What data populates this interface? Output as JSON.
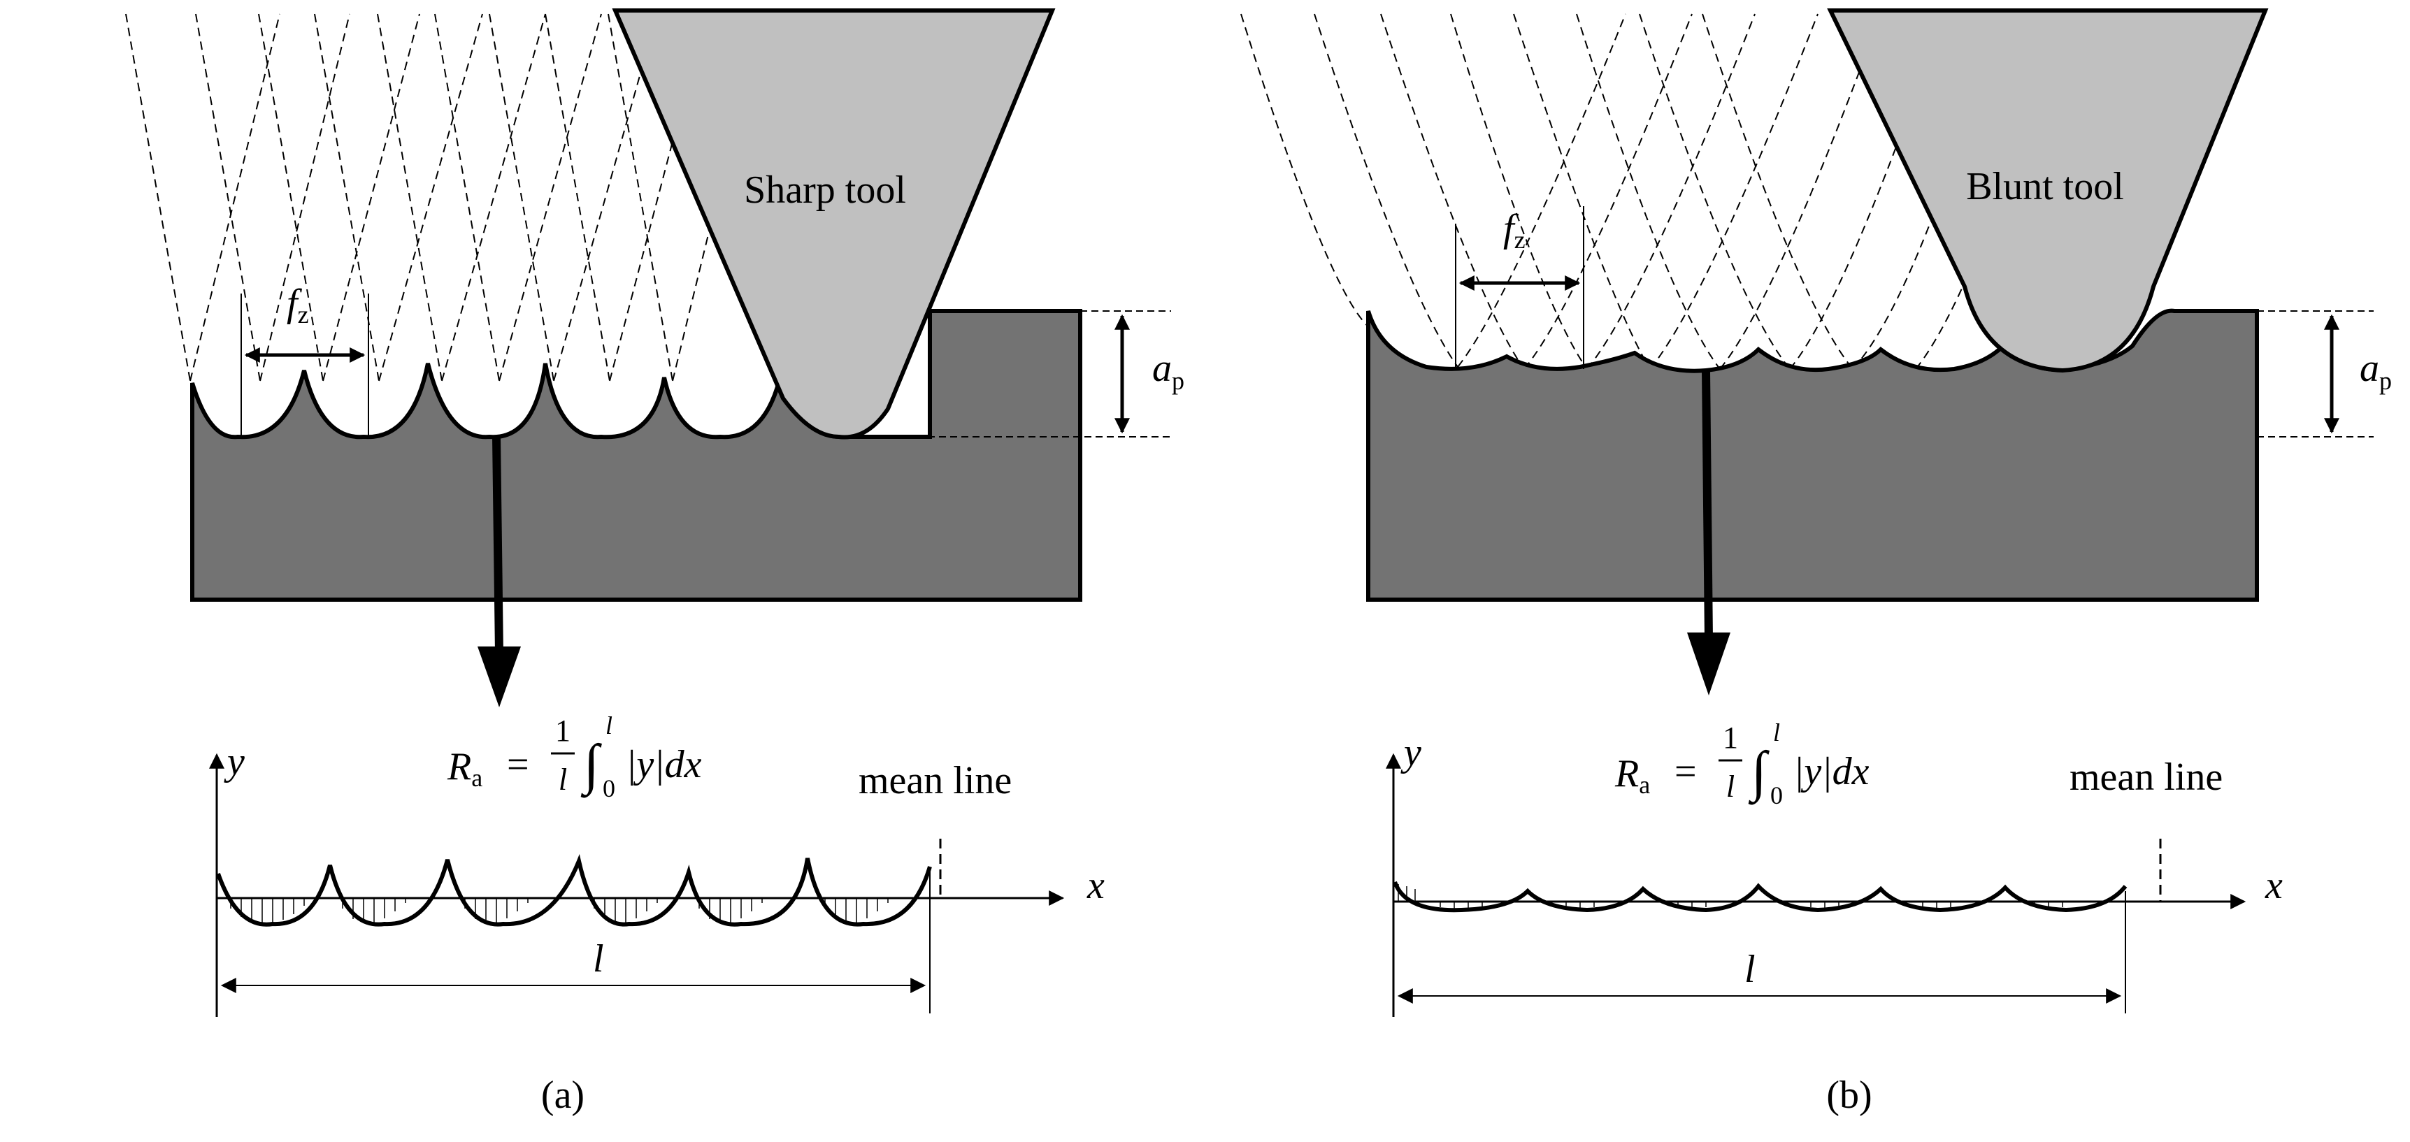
{
  "panels": [
    {
      "id": "a",
      "tool_label": "Sharp tool",
      "feed_symbol": "f",
      "feed_sub": "z",
      "depth_symbol": "a",
      "depth_sub": "p",
      "formula": {
        "lhs": "R",
        "lhs_sub": "a",
        "eq": "=",
        "num": "1",
        "den": "l",
        "integral": "∫",
        "lower": "0",
        "upper": "l",
        "body": "|y|dx"
      },
      "axis_y": "y",
      "axis_x": "x",
      "mean_line_label": "mean line",
      "length_label": "l",
      "caption": "(a)"
    },
    {
      "id": "b",
      "tool_label": "Blunt tool",
      "feed_symbol": "f",
      "feed_sub": "z",
      "depth_symbol": "a",
      "depth_sub": "p",
      "formula": {
        "lhs": "R",
        "lhs_sub": "a",
        "eq": "=",
        "num": "1",
        "den": "l",
        "integral": "∫",
        "lower": "0",
        "upper": "l",
        "body": "|y|dx"
      },
      "axis_y": "y",
      "axis_x": "x",
      "mean_line_label": "mean line",
      "length_label": "l",
      "caption": "(b)"
    }
  ],
  "colors": {
    "workpiece": "#737373",
    "tool": "#c0c0c0",
    "stroke": "#000000"
  }
}
